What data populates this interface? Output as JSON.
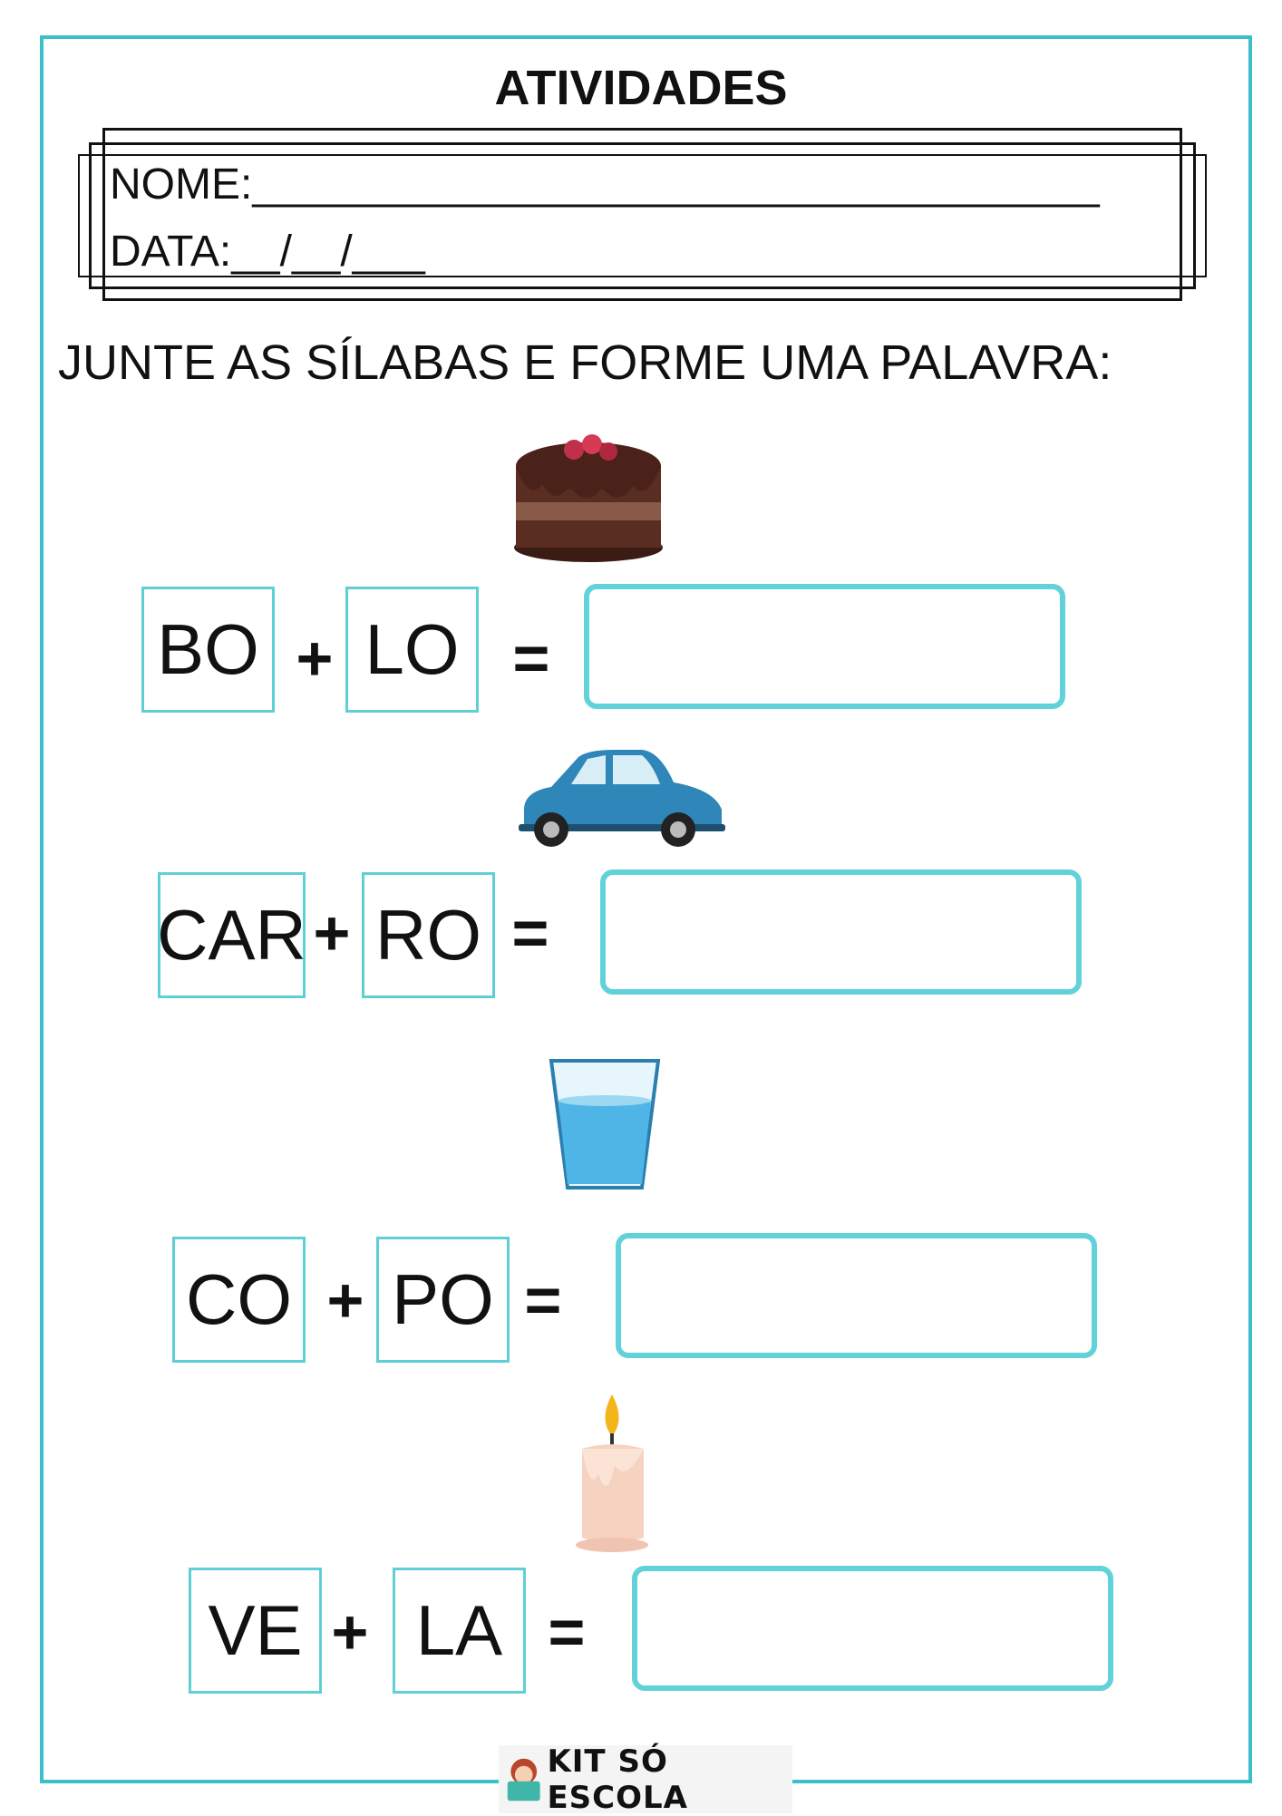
{
  "title": "ATIVIDADES",
  "header": {
    "name_label": "NOME:___________________________________",
    "date_label": "DATA:__/__/___"
  },
  "instruction": "JUNTE AS SÍLABAS E FORME UMA PALAVRA:",
  "rows": [
    {
      "s1": "BO",
      "plus": "+",
      "s2": "LO",
      "eq": "=",
      "image": "cake"
    },
    {
      "s1": "CAR",
      "plus": "+",
      "s2": "RO",
      "eq": "=",
      "image": "car"
    },
    {
      "s1": "CO",
      "plus": "+",
      "s2": "PO",
      "eq": "=",
      "image": "glass-of-water"
    },
    {
      "s1": "VE",
      "plus": "+",
      "s2": "LA",
      "eq": "=",
      "image": "candle"
    }
  ],
  "footer": {
    "logo_text": "KIT SÓ ESCOLA"
  },
  "colors": {
    "accent": "#3cbfc9",
    "box": "#5fcfd6"
  }
}
